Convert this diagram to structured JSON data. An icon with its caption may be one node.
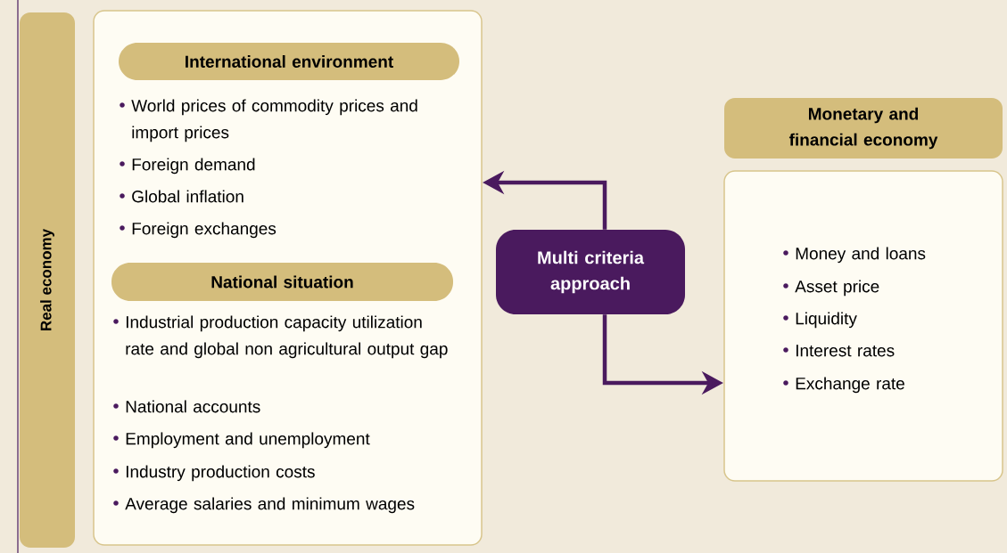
{
  "diagram": {
    "nodes": [
      {
        "text": [
          "Real economy"
        ]
      },
      {
        "text": [
          "World prices of commodity prices and import prices",
          "Foreign demand",
          "Global inflation",
          "Foreign exchanges",
          "Industrial production capacity utilization rate and global non agricultural output gap",
          "National accounts",
          "Employment and unemployment",
          "Industry production costs",
          "Average salaries and minimum wages"
        ]
      },
      {
        "text": [
          "International environment"
        ],
        "in": 1
      },
      {
        "text": [
          "National situation"
        ],
        "in": 1
      },
      {
        "text": [
          "Multi criteria approach"
        ]
      },
      {
        "text": [
          "Monetary and financial economy"
        ]
      },
      {
        "text": [
          "Money and loans",
          "Asset price",
          "Liquidity",
          "Interest rates",
          "Exchange rate"
        ]
      }
    ],
    "edges": [
      {
        "from": 4,
        "to": 1,
        "arrow": "to"
      },
      {
        "from": 4,
        "to": 6,
        "arrow": "to"
      }
    ]
  }
}
